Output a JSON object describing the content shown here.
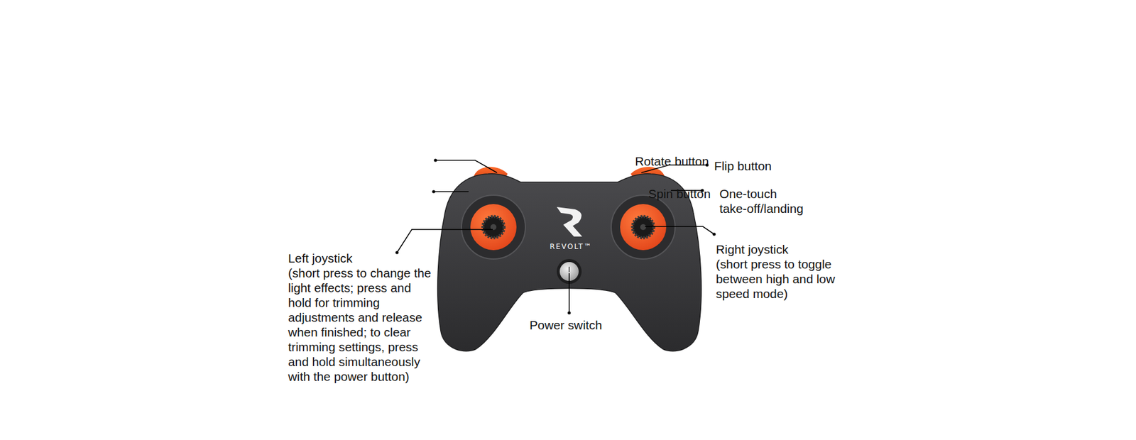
{
  "diagram": {
    "labels": [
      "Rotate button",
      "Spin button",
      "Left joystick",
      "(short press to change the light effects; press and hold for trimming adjustments and release when finished; to clear trimming settings, press and hold simultaneously with the power button)",
      "REVOLT™",
      "Power switch",
      "Flip button",
      "One-touch take-off/landing",
      "Right joystick",
      "(short press to toggle between high and low speed mode)"
    ]
  }
}
